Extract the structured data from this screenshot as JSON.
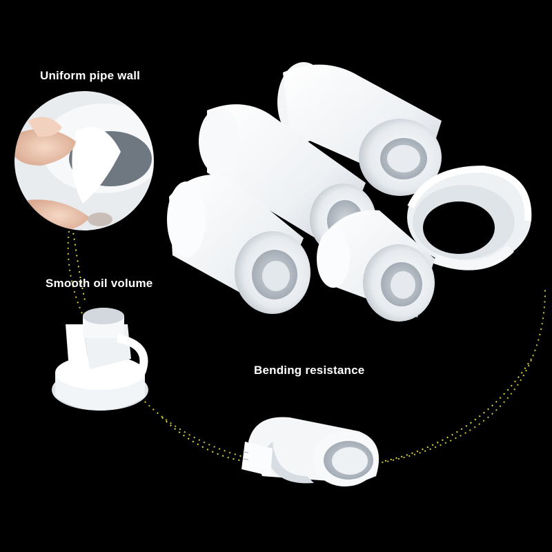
{
  "image": {
    "background_color": "#000000",
    "accent_color": "#e8e03a",
    "tape_color": "#f4f6f8"
  },
  "captions": {
    "uniform_wall": "Uniform pipe wall",
    "smooth_oil": "Smooth oil volume",
    "bending": "Bending resistance"
  },
  "objects": [
    "tube-roll-large-back",
    "tube-roll-middle",
    "tube-roll-left-front",
    "tube-roll-right-front",
    "tube-coil-loose",
    "fingers-holding-tube-detail",
    "folded-tube-stack-detail",
    "bent-tube-detail",
    "dotted-arc-decoration"
  ]
}
